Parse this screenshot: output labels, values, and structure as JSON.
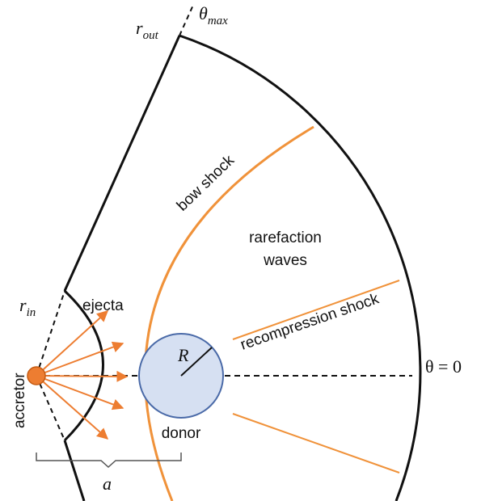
{
  "labels": {
    "r_out": "r",
    "r_out_sub": "out",
    "theta_max": "θ",
    "theta_max_sub": "max",
    "r_in": "r",
    "r_in_sub": "in",
    "ejecta": "ejecta",
    "accretor": "accretor",
    "bow_shock": "bow shock",
    "rarefaction_line1": "rarefaction",
    "rarefaction_line2": "waves",
    "recompression_shock": "recompression shock",
    "theta_zero": "θ = 0",
    "donor": "donor",
    "radius": "R",
    "separation": "a"
  },
  "colors": {
    "ink": "#111111",
    "shock": "#f0923a",
    "accretor_fill": "#ed7d31",
    "donor_fill": "#d6e0f2",
    "donor_stroke": "#4a6aa8"
  }
}
